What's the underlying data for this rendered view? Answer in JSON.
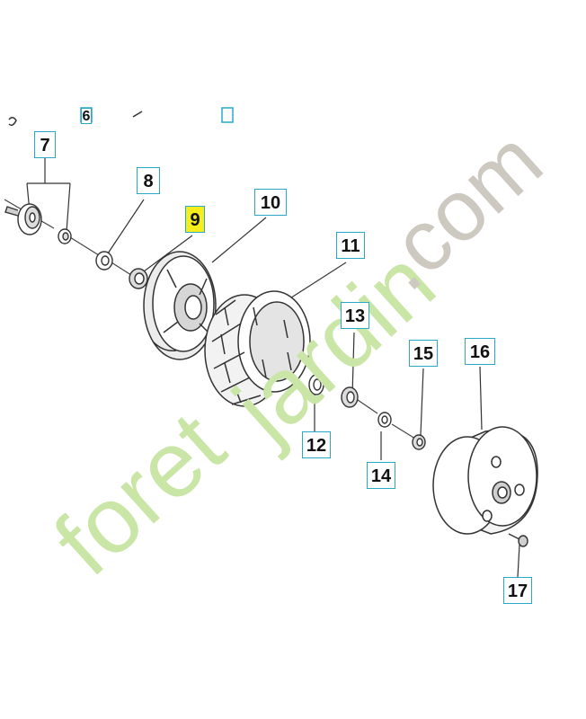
{
  "diagram": {
    "callouts": [
      {
        "id": "6",
        "label": "6",
        "highlighted": false
      },
      {
        "id": "7",
        "label": "7",
        "highlighted": false
      },
      {
        "id": "8",
        "label": "8",
        "highlighted": false
      },
      {
        "id": "9",
        "label": "9",
        "highlighted": true
      },
      {
        "id": "10",
        "label": "10",
        "highlighted": false
      },
      {
        "id": "11",
        "label": "11",
        "highlighted": false
      },
      {
        "id": "12",
        "label": "12",
        "highlighted": false
      },
      {
        "id": "13",
        "label": "13",
        "highlighted": false
      },
      {
        "id": "14",
        "label": "14",
        "highlighted": false
      },
      {
        "id": "15",
        "label": "15",
        "highlighted": false
      },
      {
        "id": "16",
        "label": "16",
        "highlighted": false
      },
      {
        "id": "17",
        "label": "17",
        "highlighted": false
      }
    ],
    "colors": {
      "callout_border": "#2aa7c9",
      "highlight": "#f5ee1c",
      "line": "#333333",
      "watermark_green": "#c9e6a6",
      "watermark_orange": "#f4c99a",
      "watermark_gray": "#cdc8c0"
    }
  },
  "watermark": {
    "part1": "foret",
    "part2": "jardin",
    "part3": ".com"
  }
}
